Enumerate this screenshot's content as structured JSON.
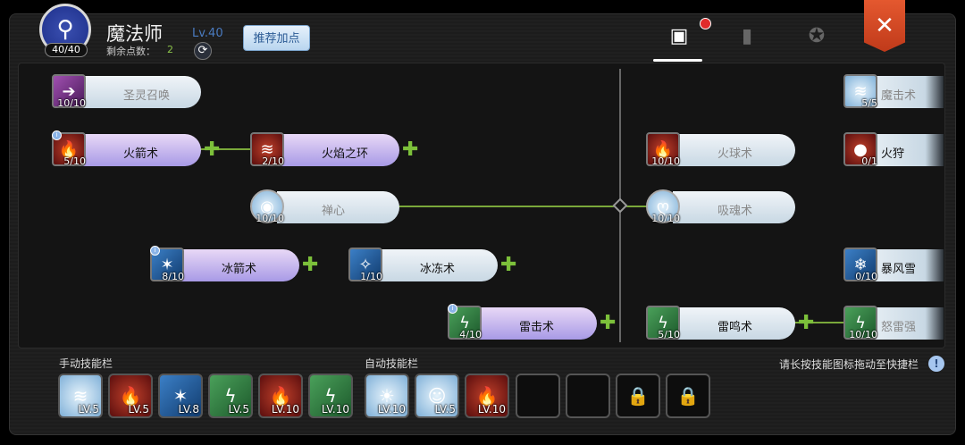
{
  "header": {
    "class_name": "魔法师",
    "points_badge": "40/40",
    "remaining_label": "剩余点数：",
    "remaining_value": "2",
    "level": "Lv.40",
    "recommend_button": "推荐加点",
    "reset_icon": "refresh-icon",
    "avatar_icon": "magic-staff-icon"
  },
  "tabs": [
    {
      "icon": "skill-book-profile-icon",
      "active": true,
      "notification": true
    },
    {
      "icon": "book-icon",
      "active": false
    },
    {
      "icon": "star-emblem-icon",
      "active": false
    }
  ],
  "close_icon": "close-icon",
  "skills": [
    {
      "name": "圣灵召唤",
      "level": "10/10",
      "color": "purple",
      "pill": "gray",
      "glyph": "➔",
      "plus": false,
      "info": false,
      "round": false
    },
    {
      "name": "火箭术",
      "level": "5/10",
      "color": "fire",
      "pill": "purple",
      "glyph": "🔥",
      "plus": true,
      "info": true,
      "round": false
    },
    {
      "name": "火焰之环",
      "level": "2/10",
      "color": "fire",
      "pill": "purple",
      "glyph": "≋",
      "plus": true,
      "info": false,
      "round": false
    },
    {
      "name": "禅心",
      "level": "10/10",
      "color": "light",
      "pill": "gray",
      "glyph": "◉",
      "plus": false,
      "info": false,
      "round": true
    },
    {
      "name": "冰箭术",
      "level": "8/10",
      "color": "ice",
      "pill": "purple",
      "glyph": "✶",
      "plus": true,
      "info": true,
      "round": false
    },
    {
      "name": "冰冻术",
      "level": "1/10",
      "color": "ice",
      "pill": "gray",
      "glyph": "✧",
      "plus": true,
      "info": false,
      "round": false,
      "active": true
    },
    {
      "name": "雷击术",
      "level": "4/10",
      "color": "green",
      "pill": "purple",
      "glyph": "ϟ",
      "plus": true,
      "info": true,
      "round": false
    },
    {
      "name": "火球术",
      "level": "10/10",
      "color": "fire",
      "pill": "gray",
      "glyph": "🔥",
      "plus": false,
      "info": false,
      "round": false
    },
    {
      "name": "吸魂术",
      "level": "10/10",
      "color": "light",
      "pill": "gray",
      "glyph": "ღ",
      "plus": false,
      "info": false,
      "round": true
    },
    {
      "name": "雷鸣术",
      "level": "5/10",
      "color": "green",
      "pill": "gray",
      "glyph": "ϟ",
      "plus": true,
      "info": false,
      "round": false,
      "active": true
    },
    {
      "name": "魔击术",
      "level": "5/5",
      "color": "light",
      "pill": "gray",
      "glyph": "≋",
      "plus": false,
      "info": false,
      "round": false
    },
    {
      "name": "火狩",
      "level": "0/1",
      "color": "fire",
      "pill": "gray",
      "glyph": "●",
      "plus": false,
      "info": false,
      "round": false,
      "active": true
    },
    {
      "name": "暴风雪",
      "level": "0/10",
      "color": "ice",
      "pill": "gray",
      "glyph": "❄",
      "plus": false,
      "info": false,
      "round": false,
      "active": true
    },
    {
      "name": "怒雷强",
      "level": "10/10",
      "color": "green",
      "pill": "gray",
      "glyph": "ϟ",
      "plus": false,
      "info": false,
      "round": false
    }
  ],
  "manual_bar": {
    "label": "手动技能栏",
    "slots": [
      {
        "color": "light",
        "glyph": "≋",
        "level": "LV.5"
      },
      {
        "color": "fire",
        "glyph": "🔥",
        "level": "LV.5"
      },
      {
        "color": "ice",
        "glyph": "✶",
        "level": "LV.8"
      },
      {
        "color": "green",
        "glyph": "ϟ",
        "level": "LV.5"
      },
      {
        "color": "fire",
        "glyph": "🔥",
        "level": "LV.10"
      },
      {
        "color": "green",
        "glyph": "ϟ",
        "level": "LV.10"
      }
    ]
  },
  "auto_bar": {
    "label": "自动技能栏",
    "slots": [
      {
        "color": "light",
        "glyph": "☀",
        "level": "LV.10"
      },
      {
        "color": "light",
        "glyph": "☺",
        "level": "LV.5"
      },
      {
        "color": "fire",
        "glyph": "🔥",
        "level": "LV.10"
      },
      {
        "color": "empty"
      },
      {
        "color": "empty"
      },
      {
        "color": "empty",
        "locked": true
      },
      {
        "color": "empty",
        "locked": true
      }
    ]
  },
  "hint": {
    "text": "请长按技能图标拖动至快捷栏",
    "icon": "exclamation-info-icon"
  }
}
